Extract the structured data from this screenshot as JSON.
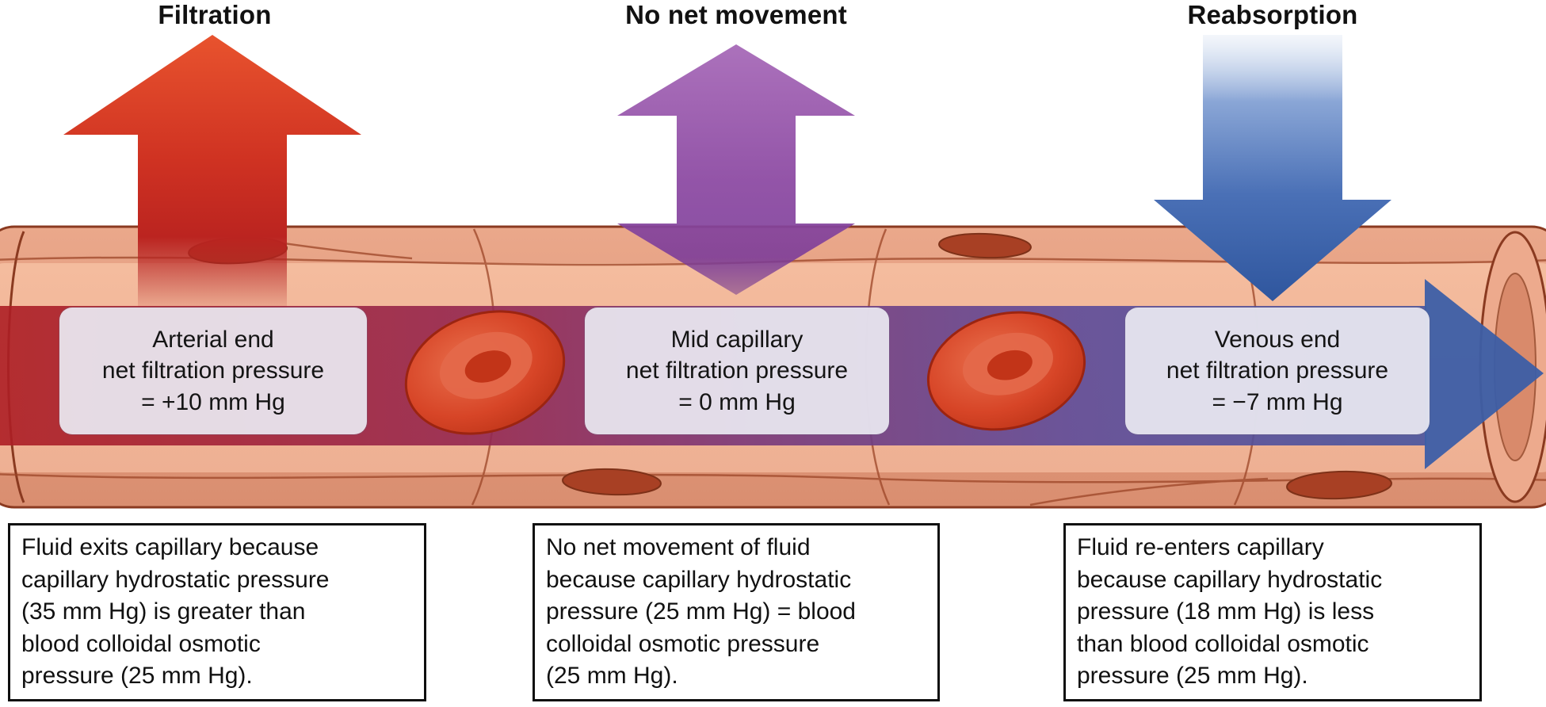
{
  "diagram": {
    "headings": {
      "filtration": "Filtration",
      "no_net_movement": "No net movement",
      "reabsorption": "Reabsorption"
    },
    "capillary_labels": {
      "arterial": "Arterial end\nnet filtration pressure\n= +10 mm Hg",
      "mid": "Mid capillary\nnet filtration pressure\n= 0 mm Hg",
      "venous": "Venous end\nnet filtration pressure\n= −7 mm Hg"
    },
    "notes": {
      "filtration": "Fluid exits capillary because\ncapillary hydrostatic pressure\n(35 mm Hg) is greater than\nblood colloidal osmotic\npressure (25 mm Hg).",
      "no_net_movement": "No net movement of fluid\nbecause capillary hydrostatic\npressure (25 mm Hg) = blood\ncolloidal osmotic pressure\n(25 mm Hg).",
      "reabsorption": "Fluid re-enters capillary\nbecause capillary hydrostatic\npressure (18 mm Hg) is less\nthan blood colloidal osmotic\npressure (25 mm Hg)."
    },
    "colors": {
      "filtration_arrow": "#d93a26",
      "no_net_arrow": "#8d4ba3",
      "reabsorption_arrow": "#3a66b0",
      "blood_arterial": "#ad1e24",
      "blood_mid": "#7a3779",
      "blood_venous": "#47549f",
      "capillary_wall": "#e39a7c",
      "text": "#111111"
    },
    "icons": {
      "filtration_arrow": "up-arrow-icon",
      "no_net_movement_arrow": "double-vertical-arrow-icon",
      "reabsorption_arrow": "down-arrow-icon",
      "blood_flow_arrow": "right-arrow-icon"
    }
  }
}
